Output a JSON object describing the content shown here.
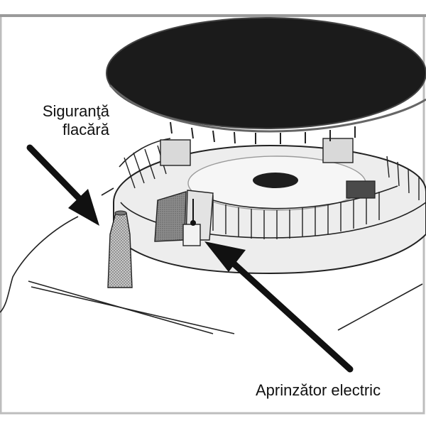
{
  "labels": {
    "flame_safety_line1": "Siguranţă",
    "flame_safety_line2": "flacără",
    "electric_igniter": "Aprinzător electric"
  },
  "colors": {
    "ink": "#111111",
    "burner_cap": "#1b1b1b",
    "burner_body": "#e9e9e9",
    "shade": "#8f8f8f",
    "frame": "#bdbdbd"
  },
  "icons": {
    "flame_safety_pointer": "arrow-pointing-down-right",
    "igniter_pointer": "arrow-pointing-up-left"
  }
}
